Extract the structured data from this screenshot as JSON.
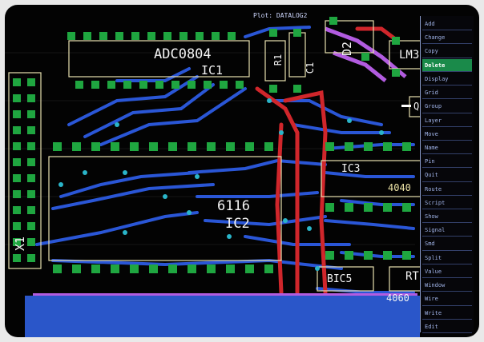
{
  "window": {
    "plot_label": "Plot: DATALOG2"
  },
  "components": {
    "adc": "ADC0804",
    "ic1": "IC1",
    "r1": "R1",
    "c1": "C1",
    "d2": "D2",
    "lm3": "LM3",
    "q1": "Q",
    "ic3": "IC3",
    "ic3_val": "4040",
    "ic2a": "6116",
    "ic2b": "IC2",
    "x1": "X1",
    "ic5": "BIC5",
    "rt": "RT",
    "ic5_val": "4060"
  },
  "menu": {
    "items": [
      {
        "label": "Add"
      },
      {
        "label": "Change"
      },
      {
        "label": "Copy"
      },
      {
        "label": "Delete",
        "active": true
      },
      {
        "label": "Display"
      },
      {
        "label": "Grid"
      },
      {
        "label": "Group"
      },
      {
        "label": "Layer"
      },
      {
        "label": "Move"
      },
      {
        "label": "Name"
      },
      {
        "label": "Pin"
      },
      {
        "label": "Quit"
      },
      {
        "label": "Route"
      },
      {
        "label": "Script"
      },
      {
        "label": "Show"
      },
      {
        "label": "Signal"
      },
      {
        "label": "Smd"
      },
      {
        "label": "Split"
      },
      {
        "label": "Value"
      },
      {
        "label": "Window"
      },
      {
        "label": "Wire"
      },
      {
        "label": "Write"
      },
      {
        "label": "Edit"
      }
    ]
  },
  "colors": {
    "background": "#030303",
    "pad": "#1fa640",
    "top_trace": "#2a56d6",
    "bottom_trace": "#d0262b",
    "via": "#2ab5c9",
    "outline": "#e8e0b0",
    "purple_bus": "#b25ce0"
  }
}
